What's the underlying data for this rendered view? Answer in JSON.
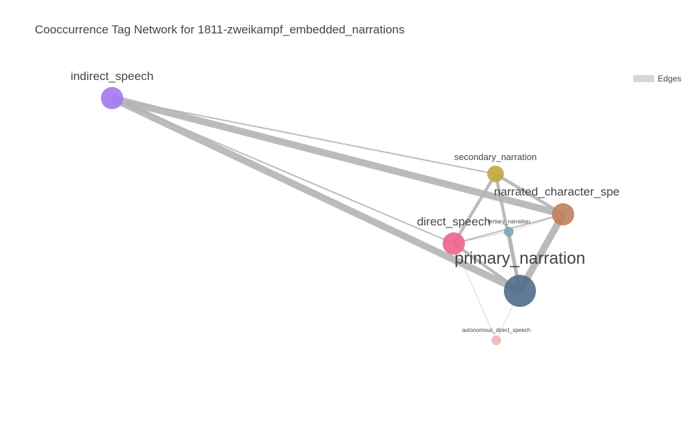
{
  "title": "Cooccurrence Tag Network for 1811-zweikampf_embedded_narrations",
  "legend": {
    "edges_label": "Edges"
  },
  "colors": {
    "edge": "#b4b4b4",
    "legend_swatch": "#d6d6d6",
    "text": "#444444"
  },
  "nodes": [
    {
      "id": "indirect_speech",
      "label": "indirect_speech",
      "color": "#a577f0",
      "size": "medium"
    },
    {
      "id": "secondary_narration",
      "label": "secondary_narration",
      "color": "#c4a93d",
      "size": "small"
    },
    {
      "id": "narrated_character_speech",
      "label": "narrated_character_spe",
      "color": "#c0805b",
      "size": "medium"
    },
    {
      "id": "tertiary_narration",
      "label": "tertiary_narration",
      "color": "#74a9b9",
      "size": "tiny"
    },
    {
      "id": "direct_speech",
      "label": "direct_speech",
      "color": "#f0628c",
      "size": "medium"
    },
    {
      "id": "primary_narration",
      "label": "primary_narration",
      "color": "#4f6d8a",
      "size": "large"
    },
    {
      "id": "autonomous_direct_speech",
      "label": "autonomous_direct_speech",
      "color": "#f1b6b8",
      "size": "tiny"
    }
  ],
  "edges": [
    {
      "source": "indirect_speech",
      "target": "primary_narration",
      "weight": "heavy"
    },
    {
      "source": "indirect_speech",
      "target": "narrated_character_speech",
      "weight": "heavy"
    },
    {
      "source": "indirect_speech",
      "target": "secondary_narration",
      "weight": "light"
    },
    {
      "source": "indirect_speech",
      "target": "direct_speech",
      "weight": "light"
    },
    {
      "source": "narrated_character_speech",
      "target": "primary_narration",
      "weight": "heavy"
    },
    {
      "source": "direct_speech",
      "target": "primary_narration",
      "weight": "medium"
    },
    {
      "source": "secondary_narration",
      "target": "direct_speech",
      "weight": "medium"
    },
    {
      "source": "secondary_narration",
      "target": "narrated_character_speech",
      "weight": "medium"
    },
    {
      "source": "secondary_narration",
      "target": "primary_narration",
      "weight": "medium"
    },
    {
      "source": "direct_speech",
      "target": "narrated_character_speech",
      "weight": "light"
    },
    {
      "source": "tertiary_narration",
      "target": "primary_narration",
      "weight": "medium"
    },
    {
      "source": "tertiary_narration",
      "target": "narrated_character_speech",
      "weight": "thin"
    },
    {
      "source": "tertiary_narration",
      "target": "direct_speech",
      "weight": "thin"
    },
    {
      "source": "autonomous_direct_speech",
      "target": "direct_speech",
      "weight": "thin"
    },
    {
      "source": "autonomous_direct_speech",
      "target": "primary_narration",
      "weight": "thin"
    }
  ]
}
